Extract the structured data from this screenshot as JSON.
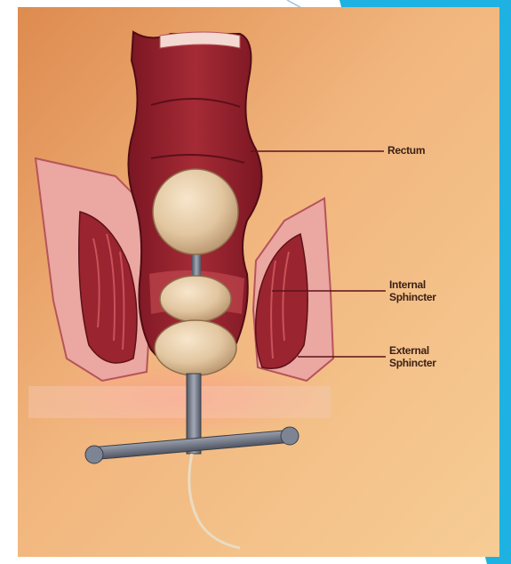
{
  "colors": {
    "slide_accent": "#1eb2e3",
    "background_light": "#f6c88c",
    "background_dark": "#d97e42",
    "tissue": "#8f1f2a",
    "tissue_light": "#eba7a1",
    "balloon": "#e2c6a0",
    "metal": "#6d7382"
  },
  "labels": {
    "rectum": "Rectum",
    "internal_sphincter": [
      "Internal",
      "Sphincter"
    ],
    "external_sphincter": [
      "External",
      "Sphincter"
    ]
  }
}
